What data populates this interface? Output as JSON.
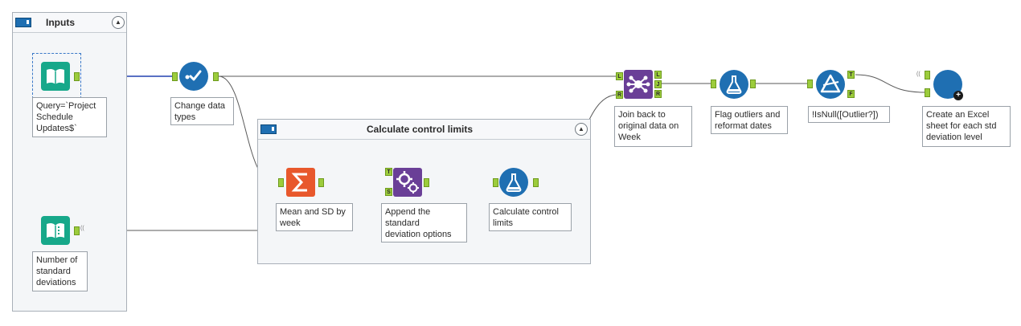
{
  "containers": {
    "inputs": {
      "title": "Inputs"
    },
    "control_limits": {
      "title": "Calculate control limits"
    }
  },
  "tools": {
    "query": {
      "label": "Query=`Project\nSchedule\nUpdates$`",
      "icon": "book-input-icon"
    },
    "num_sd": {
      "label": "Number of\nstandard\ndeviations",
      "icon": "book-list-input-icon"
    },
    "change_types": {
      "label": "Change data\ntypes",
      "icon": "checkmark-select-icon"
    },
    "mean_sd": {
      "label": "Mean and SD by\nweek",
      "icon": "sigma-summarize-icon"
    },
    "append": {
      "label": "Append the\nstandard\ndeviation options",
      "icon": "gears-append-icon"
    },
    "calc_limits": {
      "label": "Calculate control\nlimits",
      "icon": "flask-formula-icon"
    },
    "join": {
      "label": "Join back to\noriginal data on\nWeek",
      "icon": "join-network-icon"
    },
    "flag": {
      "label": "Flag outliers and\nreformat dates",
      "icon": "flask-formula-icon"
    },
    "filter": {
      "label": "!IsNull([Outlier?])",
      "icon": "filter-triangle-icon"
    },
    "output": {
      "label": "Create an Excel\nsheet for each std\ndeviation level",
      "icon": "output-circle-icon"
    }
  },
  "anchors": {
    "append_t": "T",
    "append_s": "S",
    "join_l_in": "L",
    "join_r_in": "R",
    "join_l_out": "L",
    "join_j_out": "J",
    "join_r_out": "R",
    "filter_t": "T",
    "filter_f": "F"
  },
  "colors": {
    "input_green": "#17a88a",
    "blue_tool": "#1f6fb2",
    "summarize_orange": "#e8582c",
    "append_purple": "#6a3f97",
    "anchor_green": "#9ccc3c",
    "wire": "#5a5a5a",
    "wire_selected": "#2340b0"
  }
}
